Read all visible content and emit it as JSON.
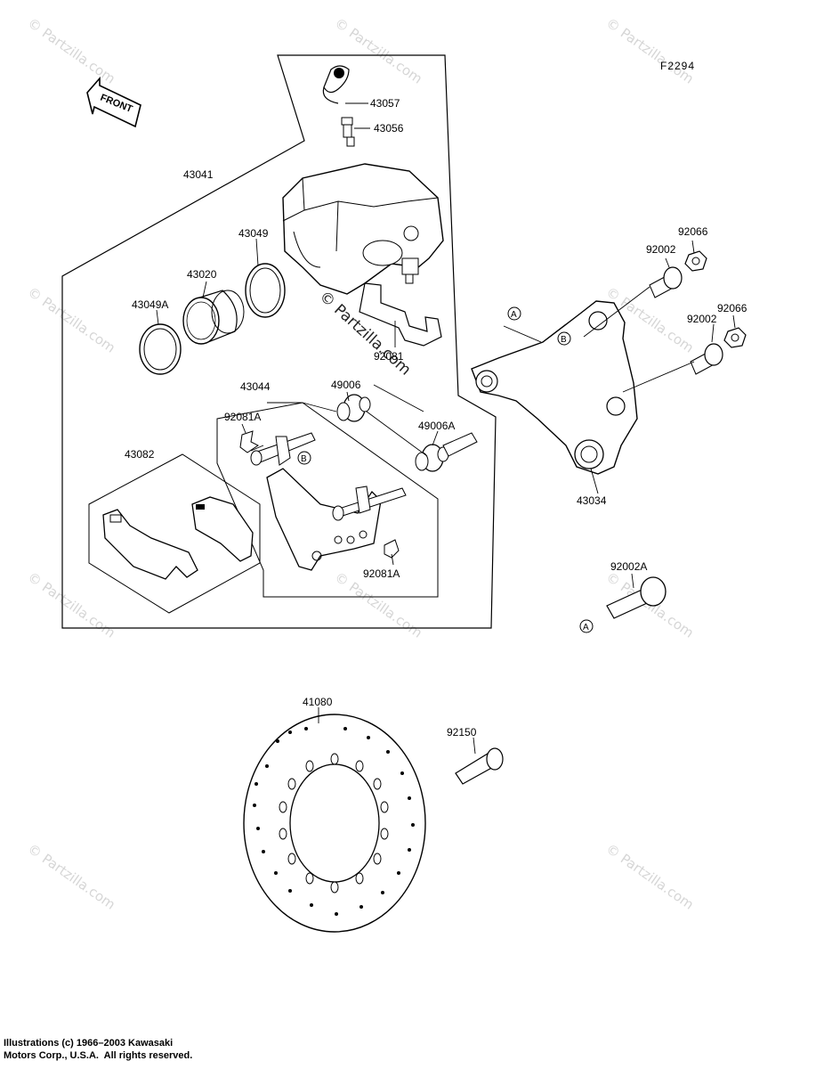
{
  "figure_code": "F2294",
  "front_label": "FRONT",
  "watermark_text": "© Partzilla.com",
  "center_watermark": "© Partzilla.com",
  "ref_a": "A",
  "ref_b": "B",
  "parts": {
    "p43057": "43057",
    "p43056": "43056",
    "p43041": "43041",
    "p43049": "43049",
    "p43020": "43020",
    "p43049a": "43049A",
    "p92081": "92081",
    "p43044": "43044",
    "p49006": "49006",
    "p92081a_top": "92081A",
    "p49006a": "49006A",
    "p43082": "43082",
    "p92081a_bottom": "92081A",
    "p92066_top": "92066",
    "p92002_top": "92002",
    "p92066_bottom": "92066",
    "p92002_bottom": "92002",
    "p43034": "43034",
    "p92002a": "92002A",
    "p41080": "41080",
    "p92150": "92150"
  },
  "copyright": {
    "line1": "Illustrations (c) 1966–2003 Kawasaki",
    "line2": "Motors Corp., U.S.A.  All rights reserved."
  }
}
